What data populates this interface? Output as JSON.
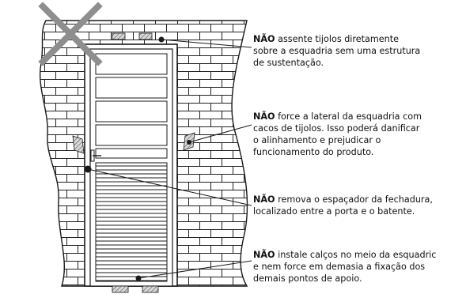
{
  "notes": [
    {
      "keyword": "NÃO",
      "lines": [
        " assente tijolos diretamente",
        "sobre a esquadria sem uma estrutura",
        "de sustentação."
      ]
    },
    {
      "keyword": "NÃO",
      "lines": [
        " force a lateral da esquadria com",
        "cacos de tijolos. Isso poderá danificar",
        "o alinhamento e prejudicar o",
        "funcionamento do produto."
      ]
    },
    {
      "keyword": "NÃO",
      "lines": [
        " remova o espaçador da fechadura,",
        "localizado entre a porta e o batente."
      ]
    },
    {
      "keyword": "NÃO",
      "lines": [
        " instale calços no meio da esquadric",
        "e nem force em demasia a fixação dos",
        "demais pontos de apoio."
      ]
    }
  ],
  "colors": {
    "line": "#1a1a1a",
    "wall_fill": "#ffffff",
    "cross": "#8e8e8e",
    "shim_hatch": "#555555"
  },
  "icons": [
    "cross-mark",
    "brick-wall",
    "door-frame",
    "shim",
    "callout-dot"
  ]
}
